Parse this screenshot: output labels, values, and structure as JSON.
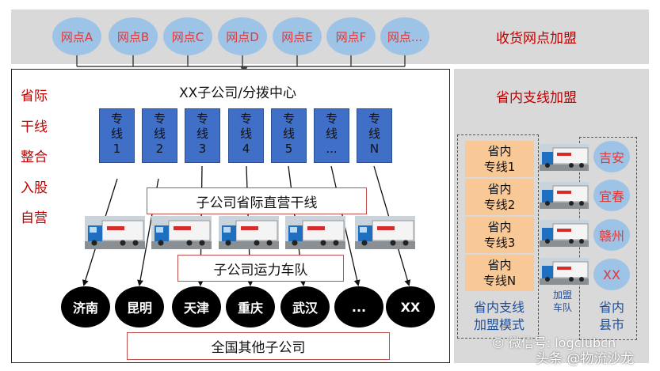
{
  "top_band": {
    "nodes": [
      "网点A",
      "网点B",
      "网点C",
      "网点D",
      "网点E",
      "网点F",
      "网点..."
    ],
    "title": "收货网点加盟"
  },
  "center": {
    "title": "XX子公司/分拨中心",
    "lines": [
      {
        "top": "专",
        "mid": "线",
        "num": "1"
      },
      {
        "top": "专",
        "mid": "线",
        "num": "2"
      },
      {
        "top": "专",
        "mid": "线",
        "num": "3"
      },
      {
        "top": "专",
        "mid": "线",
        "num": "4"
      },
      {
        "top": "专",
        "mid": "线",
        "num": "5"
      },
      {
        "top": "专",
        "mid": "线",
        "num": "..."
      },
      {
        "top": "专",
        "mid": "线",
        "num": "N"
      }
    ],
    "direct_trunk": "子公司省际直营干线",
    "fleet": "子公司运力车队",
    "cities": [
      "济南",
      "昆明",
      "天津",
      "重庆",
      "武汉",
      "...",
      "XX"
    ],
    "others": "全国其他子公司"
  },
  "left_label": [
    "省际",
    "干线",
    "整合",
    "入股",
    "自营"
  ],
  "right_panel": {
    "title": "省内支线加盟",
    "prov_lines": [
      {
        "l1": "省内",
        "l2": "专线1"
      },
      {
        "l1": "省内",
        "l2": "专线2"
      },
      {
        "l1": "省内",
        "l2": "专线3"
      },
      {
        "l1": "省内",
        "l2": "专线N"
      }
    ],
    "counties": [
      "吉安",
      "宜春",
      "赣州",
      "XX"
    ],
    "mode_label": [
      "省内支线",
      "加盟模式"
    ],
    "fleet_label": [
      "加盟",
      "车队"
    ],
    "county_label": [
      "省内",
      "县市"
    ]
  },
  "watermark": {
    "wechat": "微信号: logclubcn",
    "toutiao": "头条 @物流沙龙"
  },
  "colors": {
    "red": "#c00000",
    "node_blue": "#9dc3e6",
    "line_blue": "#3f6fc6",
    "orange": "#f8c896",
    "band_gray": "#d9d9d9"
  }
}
